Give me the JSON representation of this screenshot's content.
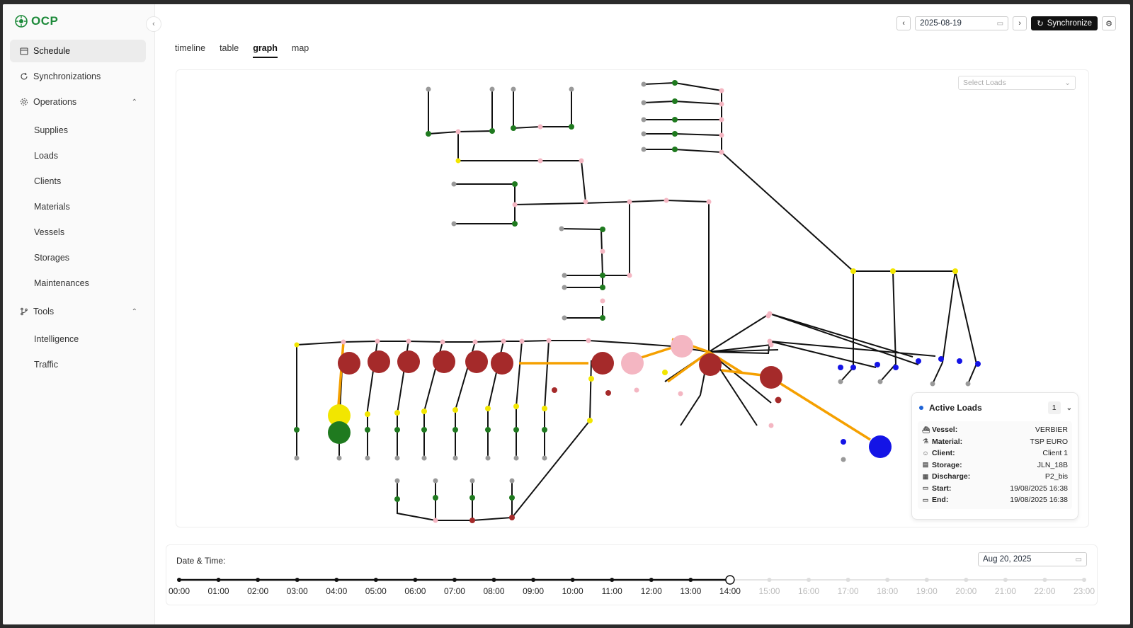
{
  "app": {
    "logo_text": "OCP"
  },
  "sidebar": {
    "items": [
      {
        "label": "Schedule",
        "icon": "calendar-icon"
      },
      {
        "label": "Synchronizations",
        "icon": "refresh-icon"
      },
      {
        "label": "Operations",
        "icon": "gear-icon"
      },
      {
        "label": "Tools",
        "icon": "branch-icon"
      }
    ],
    "operations_sub": [
      "Supplies",
      "Loads",
      "Clients",
      "Materials",
      "Vessels",
      "Storages",
      "Maintenances"
    ],
    "tools_sub": [
      "Intelligence",
      "Traffic"
    ]
  },
  "header": {
    "date": "2025-08-19",
    "sync_label": "Synchronize"
  },
  "tabs": [
    "timeline",
    "table",
    "graph",
    "map"
  ],
  "graph": {
    "select_placeholder": "Select Loads"
  },
  "active_loads": {
    "title": "Active Loads",
    "count": "1",
    "rows": [
      {
        "key": "Vessel:",
        "value": "VERBIER",
        "icon": "ship-icon"
      },
      {
        "key": "Material:",
        "value": "TSP EURO",
        "icon": "flask-icon"
      },
      {
        "key": "Client:",
        "value": "Client 1",
        "icon": "user-icon"
      },
      {
        "key": "Storage:",
        "value": "JLN_18B",
        "icon": "storage-icon"
      },
      {
        "key": "Discharge:",
        "value": "P2_bis",
        "icon": "discharge-icon"
      },
      {
        "key": "Start:",
        "value": "19/08/2025 16:38",
        "icon": "calendar-icon"
      },
      {
        "key": "End:",
        "value": "19/08/2025 16:38",
        "icon": "calendar-icon"
      }
    ]
  },
  "timeline": {
    "label": "Date & Time:",
    "date": "Aug 20, 2025",
    "hours": [
      "00:00",
      "01:00",
      "02:00",
      "03:00",
      "04:00",
      "05:00",
      "06:00",
      "07:00",
      "08:00",
      "09:00",
      "10:00",
      "11:00",
      "12:00",
      "13:00",
      "14:00",
      "15:00",
      "16:00",
      "17:00",
      "18:00",
      "19:00",
      "20:00",
      "21:00",
      "22:00",
      "23:00"
    ],
    "current_hour_index": 14
  },
  "colors": {
    "accent": "#111111",
    "brand": "#1d8a3a",
    "flow": "#f5a000",
    "node_red": "#a52a2a"
  }
}
